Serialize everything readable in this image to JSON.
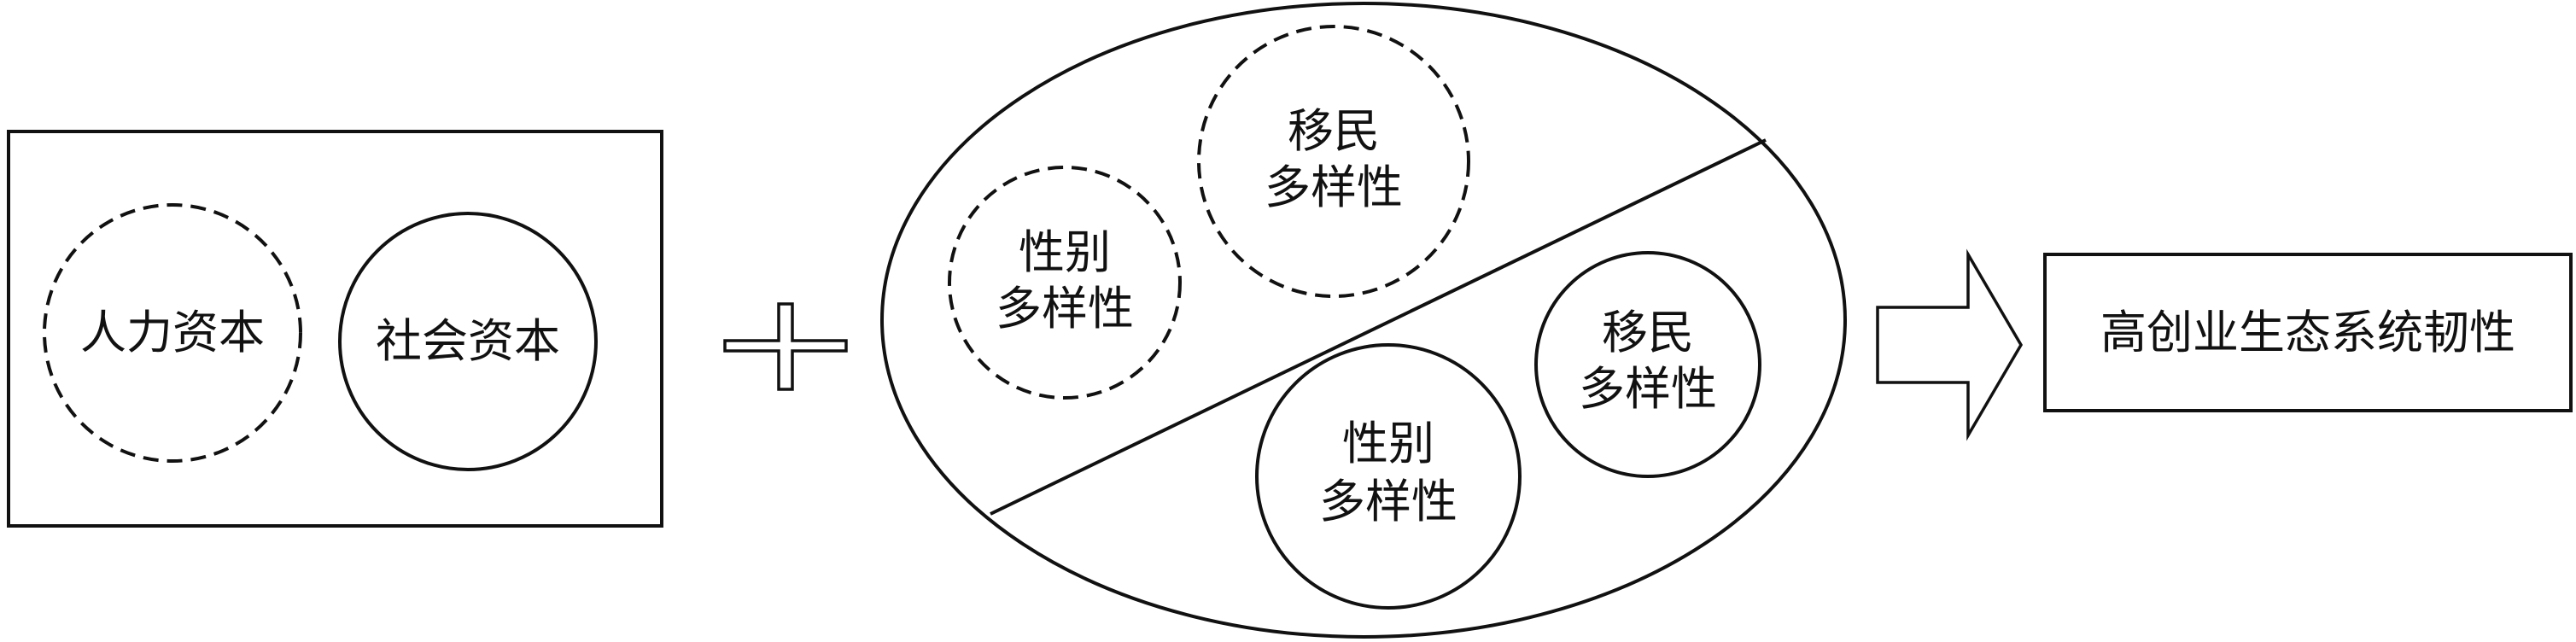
{
  "left_box": {
    "human_capital": "人力资本",
    "social_capital": "社会资本"
  },
  "plus_symbol": "plus",
  "diversity_ellipse": {
    "top_immigrant": [
      "移民",
      "多样性"
    ],
    "top_gender": [
      "性别",
      "多样性"
    ],
    "bottom_immigrant": [
      "移民",
      "多样性"
    ],
    "bottom_gender": [
      "性别",
      "多样性"
    ]
  },
  "result": "高创业生态系统韧性"
}
